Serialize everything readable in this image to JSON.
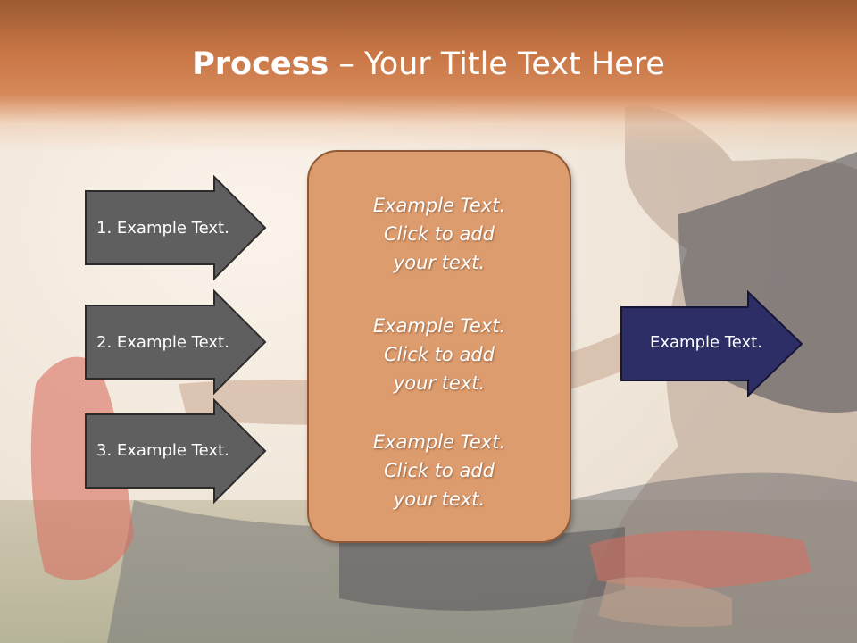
{
  "title": {
    "bold": "Process",
    "dash": " – ",
    "rest": "Your Title Text Here"
  },
  "left_arrows": [
    {
      "label": "1. Example Text."
    },
    {
      "label": "2. Example Text."
    },
    {
      "label": "3. Example Text."
    }
  ],
  "center_box": {
    "blocks": [
      {
        "line1": "Example Text.",
        "line2": "Click  to add",
        "line3": "your text."
      },
      {
        "line1": "Example Text.",
        "line2": "Click  to add",
        "line3": "your text."
      },
      {
        "line1": "Example Text.",
        "line2": "Click  to add",
        "line3": "your text."
      }
    ]
  },
  "right_arrow": {
    "label": "Example Text."
  },
  "colors": {
    "header": "#c97645",
    "left_arrow": "#5f5f5f",
    "center_box": "#dc9c6e",
    "right_arrow": "#2e2e66"
  }
}
